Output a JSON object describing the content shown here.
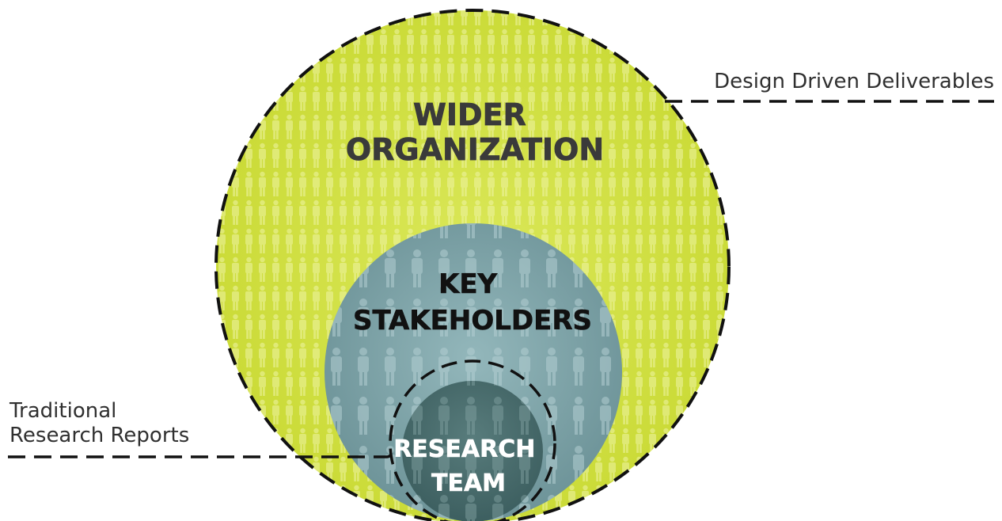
{
  "circles": {
    "outer": {
      "lines": [
        "WIDER",
        "ORGANIZATION"
      ],
      "fill": "#d5e448",
      "text_color": "#3a3a3a"
    },
    "middle": {
      "lines": [
        "KEY",
        "STAKEHOLDERS"
      ],
      "fill": "#7fa6ab",
      "text_color": "#111111"
    },
    "inner": {
      "lines": [
        "RESEARCH",
        "TEAM"
      ],
      "fill": "#4a6e6e",
      "text_color": "#ffffff"
    }
  },
  "callouts": {
    "top_right": {
      "lines": [
        "Design Driven Deliverables"
      ]
    },
    "bottom_left": {
      "lines": [
        "Traditional",
        "Research Reports"
      ]
    }
  },
  "colors": {
    "dash": "#111111",
    "outer_rim": "#bccb2c",
    "middle_rim": "#5d8288"
  },
  "icons": {
    "figure": "person-icon"
  }
}
